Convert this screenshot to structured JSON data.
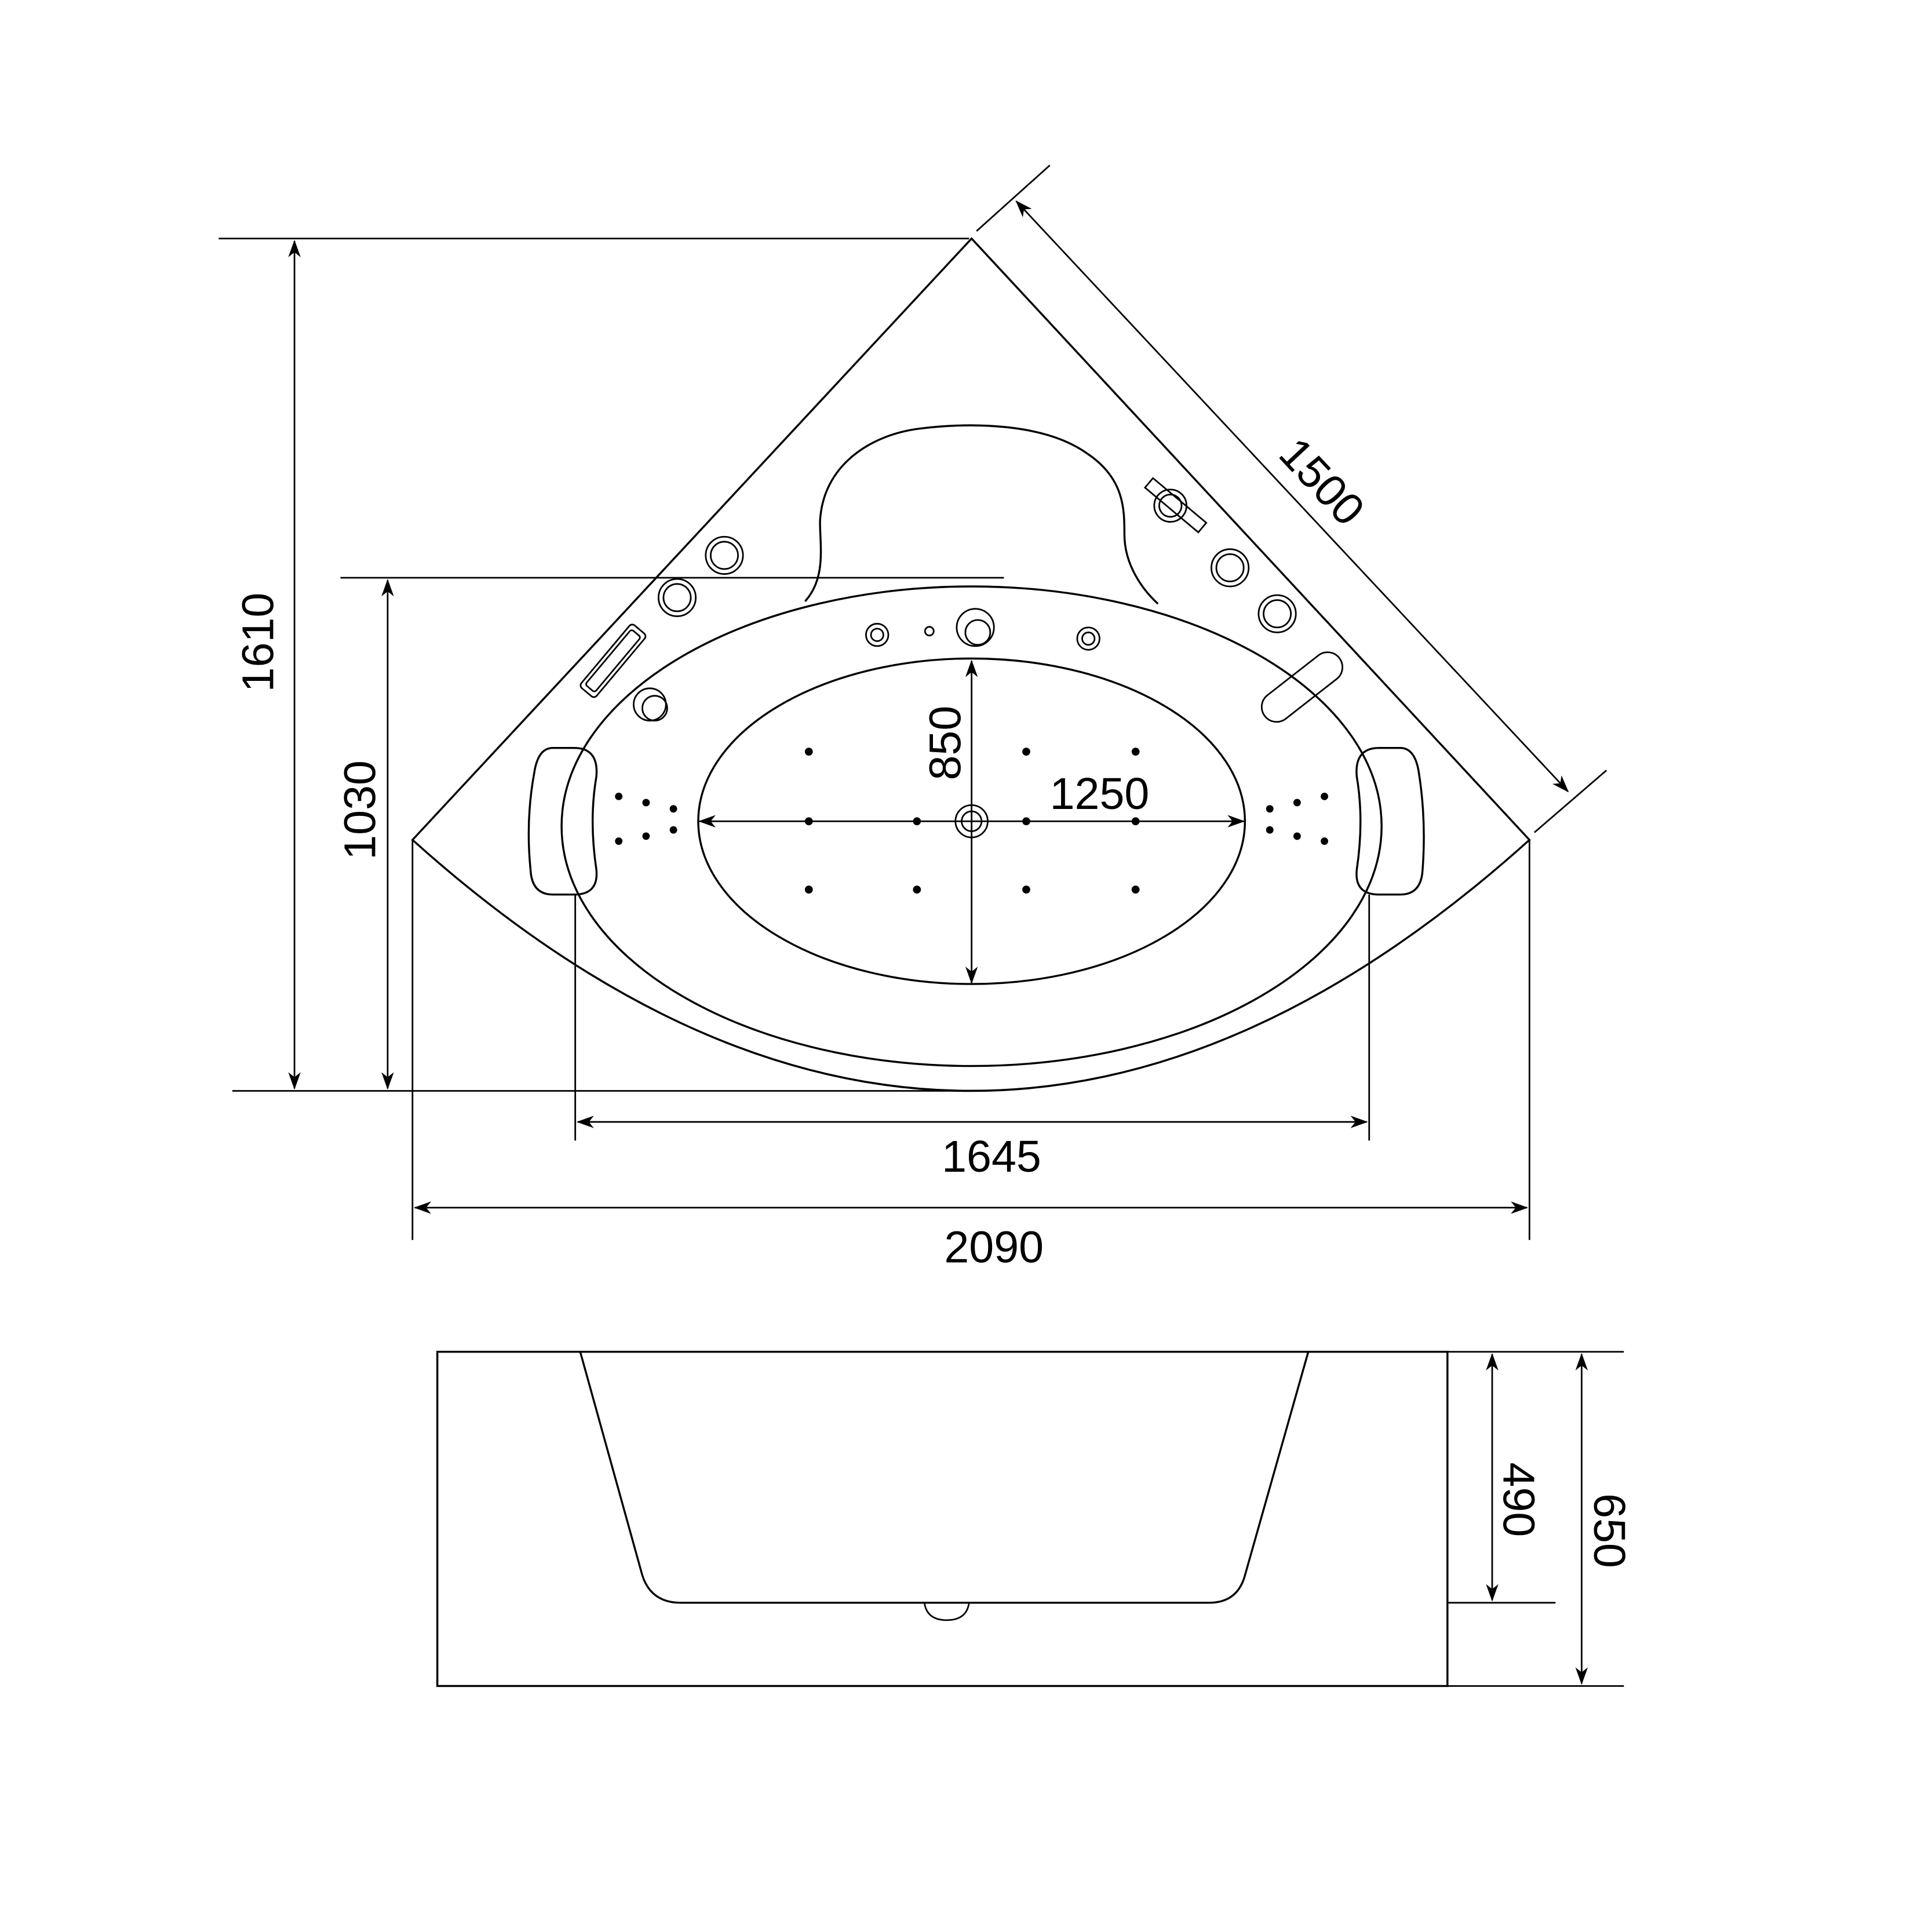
{
  "drawing": {
    "top_view": {
      "dimensions": {
        "overall_depth": "1610",
        "rim_depth": "1030",
        "side_length": "1500",
        "basin_depth": "850",
        "basin_length": "1250",
        "inner_width": "1645",
        "overall_width": "2090"
      }
    },
    "side_view": {
      "dimensions": {
        "inner_depth": "490",
        "overall_height": "650"
      }
    },
    "line_color": "#000000",
    "background_color": "#ffffff"
  }
}
